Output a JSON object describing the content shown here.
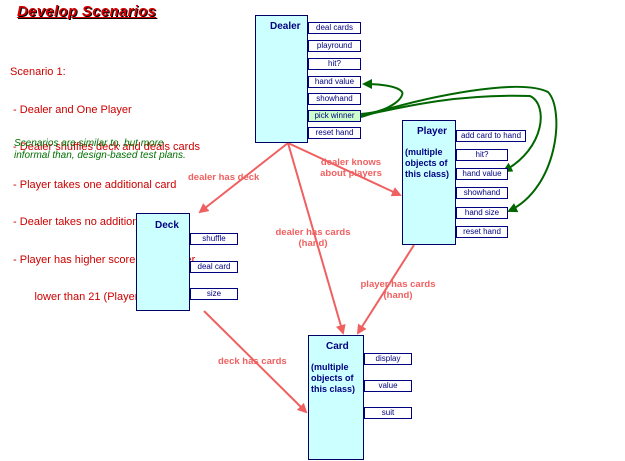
{
  "title": "Develop Scenarios",
  "scenario": {
    "heading": "Scenario 1:",
    "lines": [
      " - Dealer and One Player",
      " - Dealer shuffles deck and deals cards",
      " - Player takes one additional card",
      " - Dealer takes no additional cards",
      " - Player has higher score than Dealer,",
      "        lower than 21 (Player wins)"
    ]
  },
  "note": "Scenarios are similar to, but more informal than, design-based test plans.",
  "classes": {
    "dealer": {
      "name": "Dealer",
      "methods": [
        "deal cards",
        "playround",
        "hit?",
        "hand value",
        "showhand",
        "pick winner",
        "reset hand"
      ]
    },
    "player": {
      "name": "Player",
      "subtitle": "(multiple objects of this class)",
      "methods": [
        "add card to hand",
        "hit?",
        "hand value",
        "showhand",
        "hand size",
        "reset hand"
      ]
    },
    "deck": {
      "name": "Deck",
      "methods": [
        "shuffle",
        "deal card",
        "size"
      ]
    },
    "card": {
      "name": "Card",
      "subtitle": "(multiple objects of this class)",
      "methods": [
        "display",
        "value",
        "suit"
      ]
    }
  },
  "relations": {
    "dealer_deck": "dealer has deck",
    "dealer_players": "dealer knows about players",
    "dealer_cards": "dealer has cards (hand)",
    "player_cards": "player has cards (hand)",
    "deck_cards": "deck has cards"
  },
  "colors": {
    "class_fill": "#ccffff",
    "class_border": "#000066",
    "relation_arrow": "#f06060",
    "call_arrow": "#006600",
    "title": "#d40000",
    "scenario_text": "#cc0000",
    "note_text": "#007000"
  }
}
